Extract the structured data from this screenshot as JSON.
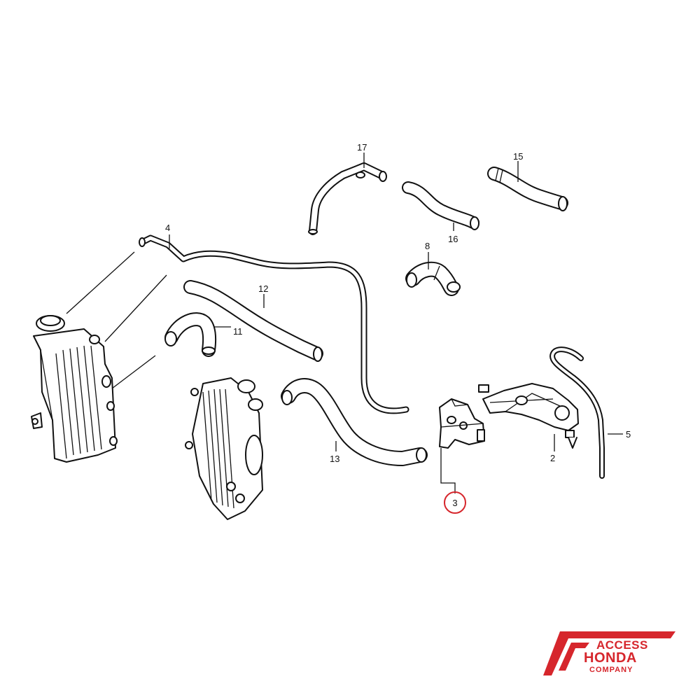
{
  "callouts": {
    "p2": "2",
    "p3": "3",
    "p4": "4",
    "p5": "5",
    "p8": "8",
    "p11": "11",
    "p12": "12",
    "p13": "13",
    "p15": "15",
    "p16": "16",
    "p17": "17"
  },
  "highlight": {
    "part": "3",
    "color": "#d6262c"
  },
  "logo": {
    "line1": "ACCESS",
    "line2": "HONDA",
    "line3": "COMPANY",
    "color": "#d6262c"
  }
}
